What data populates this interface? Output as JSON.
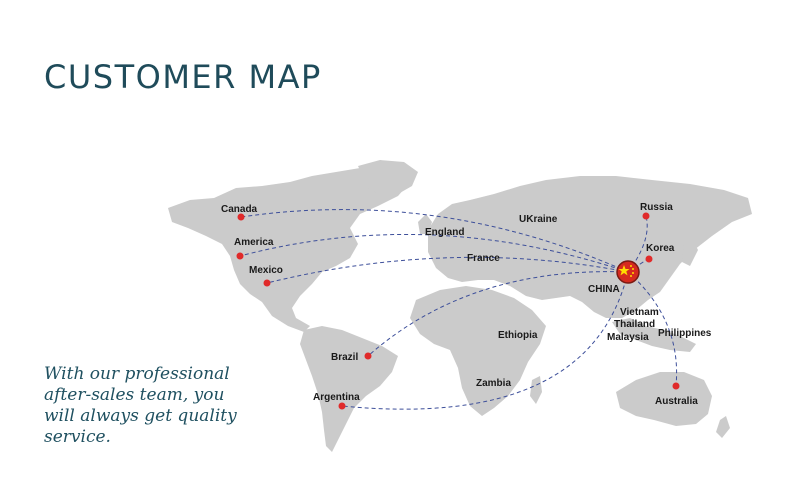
{
  "title": "CUSTOMER MAP",
  "tagline_lines": [
    "With our professional",
    "after-sales team, you",
    "will always get quality",
    "service."
  ],
  "hub": {
    "name": "CHINA",
    "icon": "china-flag-icon"
  },
  "markers": [
    {
      "id": "canada",
      "name": "Canada"
    },
    {
      "id": "america",
      "name": "America"
    },
    {
      "id": "mexico",
      "name": "Mexico"
    },
    {
      "id": "brazil",
      "name": "Brazil"
    },
    {
      "id": "argentina",
      "name": "Argentina"
    },
    {
      "id": "russia",
      "name": "Russia"
    },
    {
      "id": "korea",
      "name": "Korea"
    },
    {
      "id": "australia",
      "name": "Australia"
    }
  ],
  "labels": {
    "england": "England",
    "france": "France",
    "ukraine": "UKraine",
    "ethiopia": "Ethiopia",
    "zambia": "Zambia",
    "vietnam": "Vietnam",
    "thailand": "Thailand",
    "malaysia": "Malaysia",
    "philippines": "Philippines"
  },
  "colors": {
    "title": "#1f4b5a",
    "marker": "#e02a2a",
    "route": "#3d4f9a",
    "land": "#cbcbcb"
  }
}
